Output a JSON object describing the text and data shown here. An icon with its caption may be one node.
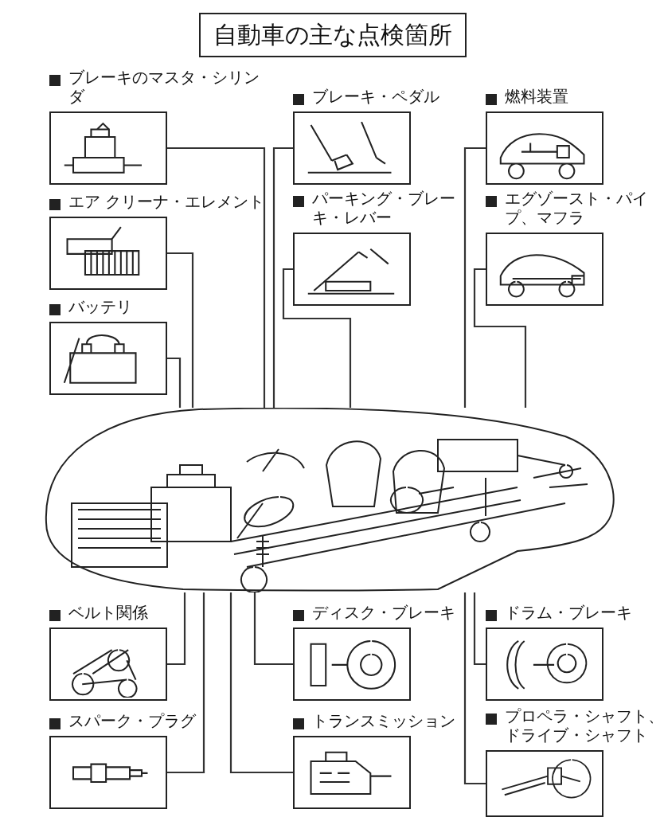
{
  "diagram": {
    "title": "自動車の主な点検箇所",
    "nodes": [
      {
        "text": [
          "ブレーキのマスタ・シリンダ"
        ]
      },
      {
        "text": [
          "ブレーキ・ペダル"
        ]
      },
      {
        "text": [
          "燃料装置"
        ]
      },
      {
        "text": [
          "エア クリーナ・エレメント"
        ]
      },
      {
        "text": [
          "パーキング・ブレーキ・レバー"
        ]
      },
      {
        "text": [
          "エグゾースト・パイプ、マフラ"
        ]
      },
      {
        "text": [
          "バッテリ"
        ]
      },
      {
        "text": [],
        "shape": "picture"
      },
      {
        "text": [
          "ベルト関係"
        ]
      },
      {
        "text": [
          "ディスク・ブレーキ"
        ]
      },
      {
        "text": [
          "ドラム・ブレーキ"
        ]
      },
      {
        "text": [
          "スパーク・プラグ"
        ]
      },
      {
        "text": [
          "トランスミッション"
        ]
      },
      {
        "text": [
          "プロペラ・シャフト、ドライブ・シャフト"
        ]
      }
    ],
    "edges": [
      {
        "from": 0,
        "to": 7,
        "arrow": "none"
      },
      {
        "from": 1,
        "to": 7,
        "arrow": "none"
      },
      {
        "from": 2,
        "to": 7,
        "arrow": "none"
      },
      {
        "from": 3,
        "to": 7,
        "arrow": "none"
      },
      {
        "from": 4,
        "to": 7,
        "arrow": "none"
      },
      {
        "from": 5,
        "to": 7,
        "arrow": "none"
      },
      {
        "from": 6,
        "to": 7,
        "arrow": "none"
      },
      {
        "from": 8,
        "to": 7,
        "arrow": "none"
      },
      {
        "from": 9,
        "to": 7,
        "arrow": "none"
      },
      {
        "from": 10,
        "to": 7,
        "arrow": "none"
      },
      {
        "from": 11,
        "to": 7,
        "arrow": "none"
      },
      {
        "from": 12,
        "to": 7,
        "arrow": "none"
      },
      {
        "from": 13,
        "to": 7,
        "arrow": "none"
      }
    ]
  }
}
